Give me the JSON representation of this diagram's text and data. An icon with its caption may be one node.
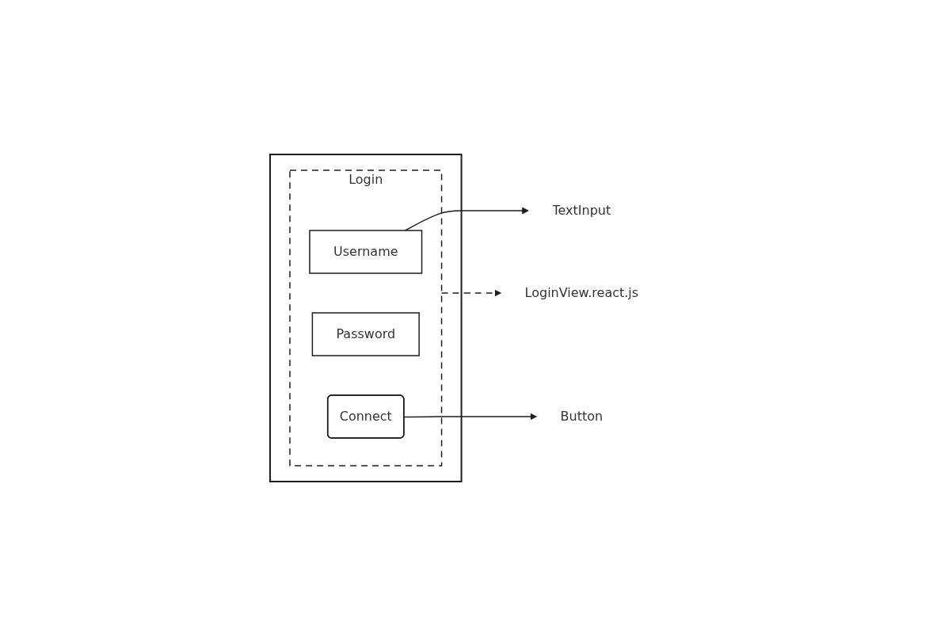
{
  "diagram": {
    "nodes": [
      {
        "text": [],
        "shape": "box"
      },
      {
        "text": [
          "Login"
        ],
        "in": 0
      },
      {
        "text": [
          "Username"
        ],
        "in": 1
      },
      {
        "text": [
          "Password"
        ],
        "in": 1
      },
      {
        "text": [
          "Connect"
        ],
        "in": 1
      },
      {
        "text": [
          "LoginView.react.js"
        ]
      },
      {
        "text": [
          "TextInput"
        ]
      },
      {
        "text": [
          "Button"
        ]
      }
    ],
    "edges": [
      {
        "from": 1,
        "to": 5,
        "arrow": "to",
        "style": "dashed"
      },
      {
        "from": 2,
        "to": 6,
        "arrow": "to"
      },
      {
        "from": 4,
        "to": 7,
        "arrow": "to"
      }
    ]
  }
}
